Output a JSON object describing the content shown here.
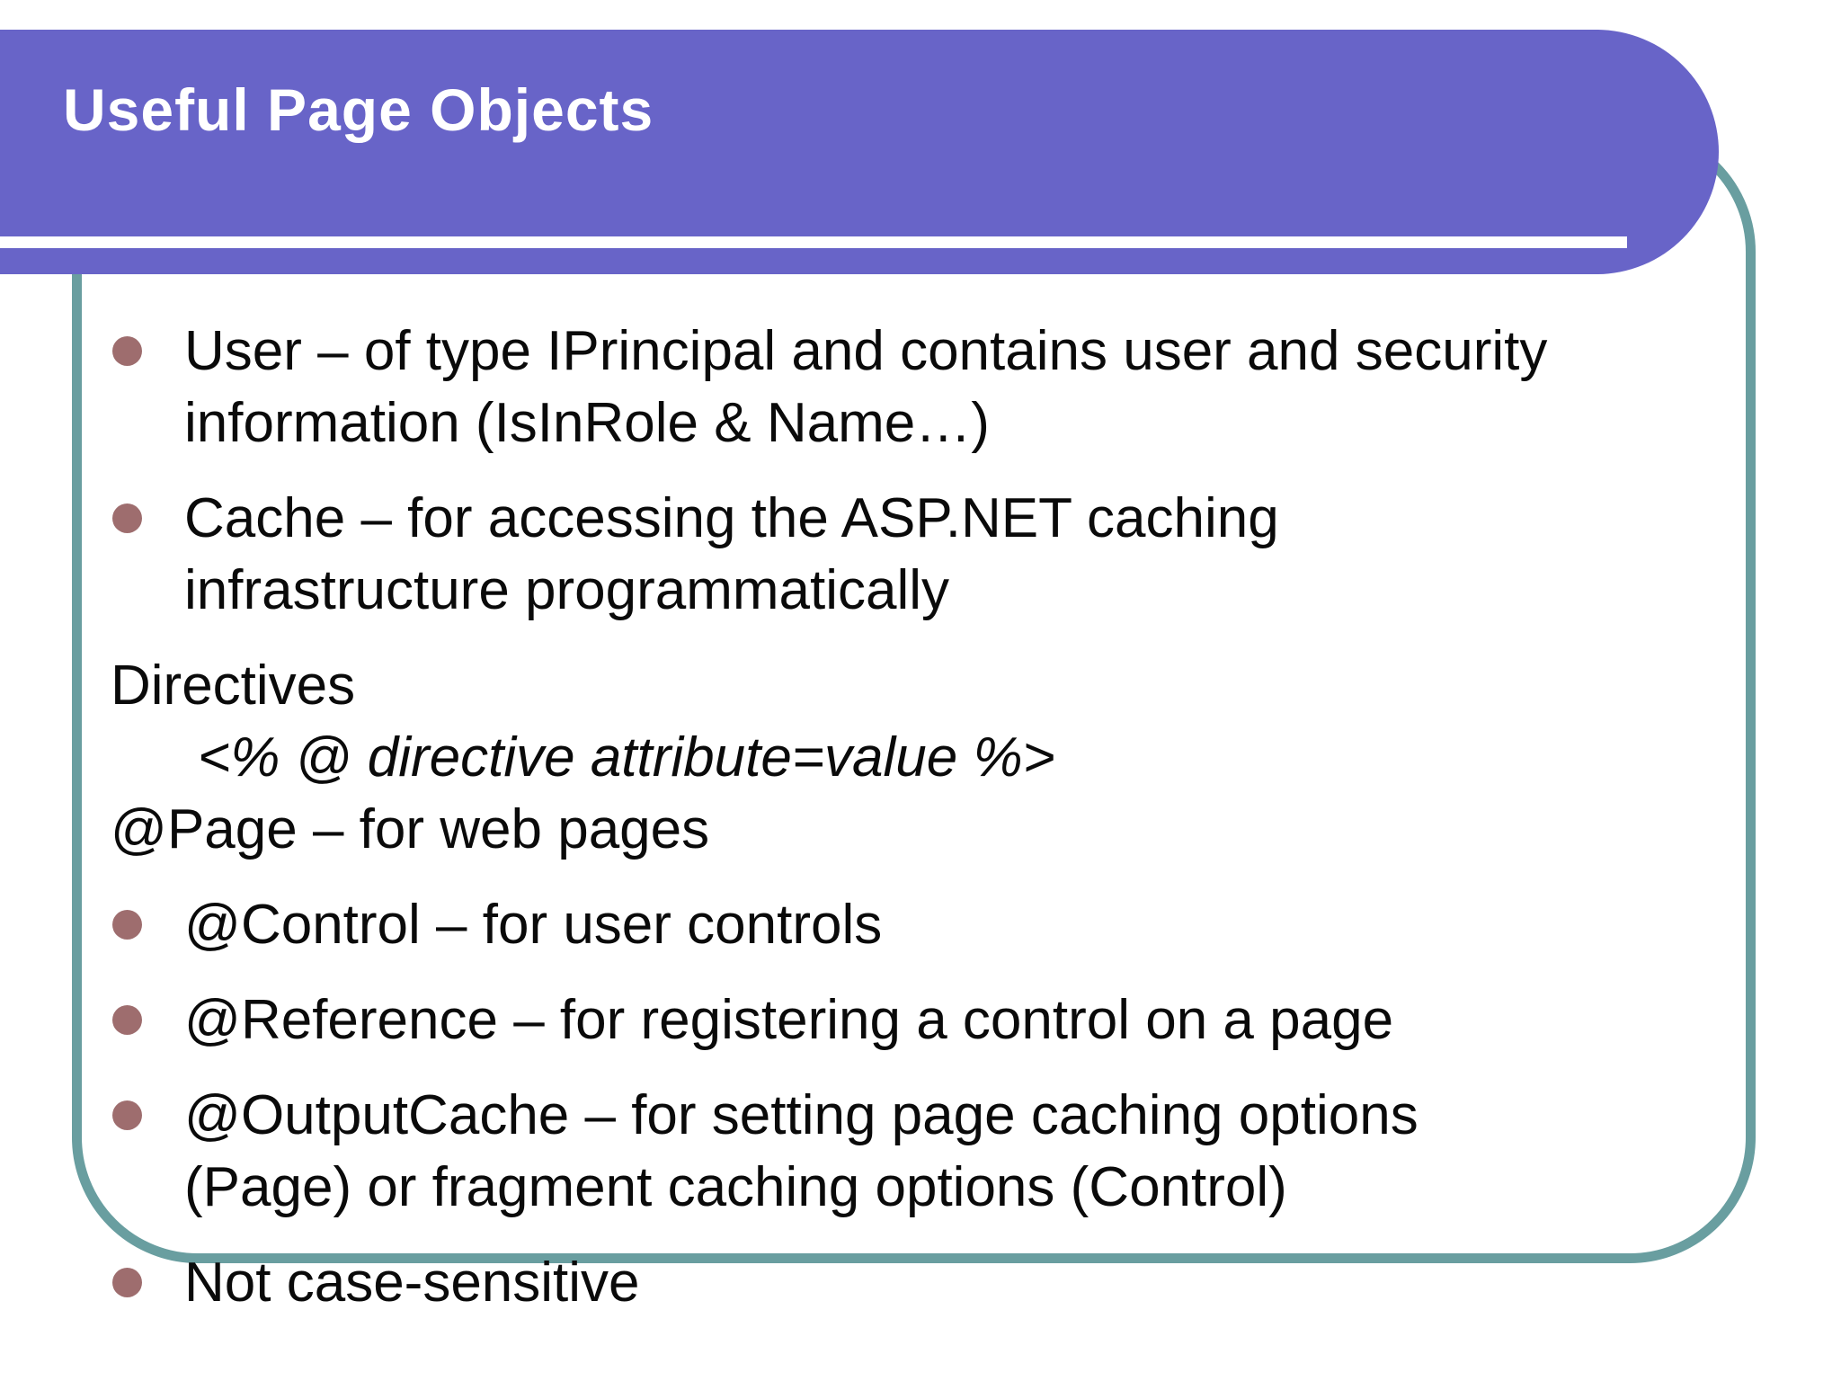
{
  "slide": {
    "title": "Useful Page Objects",
    "colors": {
      "header": "#6864C8",
      "border": "#699EA0",
      "bullet": "#9E6D6E",
      "text": "#0A0A0A",
      "background": "#FFFFFF"
    },
    "content": {
      "items": [
        {
          "type": "bullet",
          "text": "User – of type IPrincipal and contains user and security\ninformation (IsInRole & Name…)"
        },
        {
          "type": "bullet",
          "text": "Cache – for accessing the ASP.NET caching\ninfrastructure programmatically"
        },
        {
          "type": "plain",
          "text": "Directives"
        },
        {
          "type": "code",
          "text": "<% @ directive attribute=value %>"
        },
        {
          "type": "plain",
          "text": "@Page – for web pages"
        },
        {
          "type": "bullet",
          "text": "@Control – for user controls"
        },
        {
          "type": "bullet",
          "text": "@Reference – for registering a control on a page"
        },
        {
          "type": "bullet",
          "text": "@OutputCache – for setting page caching options\n(Page) or fragment caching options (Control)"
        },
        {
          "type": "bullet",
          "text": "Not case-sensitive"
        }
      ]
    }
  }
}
